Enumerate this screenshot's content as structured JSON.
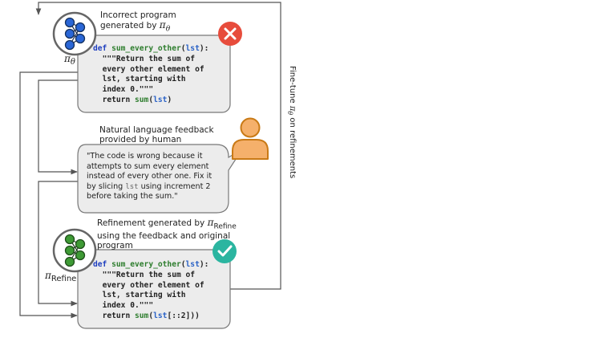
{
  "incorrect": {
    "caption": "Incorrect program\ngenerated by",
    "caption_symbol": "π",
    "caption_sub": "θ",
    "code": {
      "def_kw": "def",
      "fn_name": "sum_every_other",
      "param": "lst",
      "sig_tail": "):",
      "doc_lines": [
        "\"\"\"Return the sum of",
        "every other element of",
        "lst, starting with",
        "index 0.\"\"\""
      ],
      "return_kw": "return",
      "return_fn": "sum",
      "return_arg": "lst",
      "return_tail": ")"
    }
  },
  "model_theta": {
    "symbol": "π",
    "sub": "θ"
  },
  "feedback": {
    "caption": "Natural language feedback\nprovided by human",
    "text_before": "\"The code is wrong because it attempts to sum every element instead of every other one. Fix it by slicing ",
    "text_code": "lst",
    "text_after": " using increment 2 before taking the sum.\""
  },
  "refinement": {
    "caption": "Refinement generated by",
    "caption_symbol": "π",
    "caption_sub": "Refine",
    "caption_rest": "using the feedback and original\nprogram",
    "code": {
      "def_kw": "def",
      "fn_name": "sum_every_other",
      "param": "lst",
      "sig_tail": "):",
      "doc_lines": [
        "\"\"\"Return the sum of",
        "every other element of",
        "lst, starting with",
        "index 0.\"\"\""
      ],
      "return_kw": "return",
      "return_fn": "sum",
      "return_arg": "lst",
      "return_slice": "[::2]",
      "return_tail": "))"
    }
  },
  "model_refine": {
    "symbol": "π",
    "sub": "Refine"
  },
  "finetune_label": {
    "prefix": "Fine-tune ",
    "symbol": "π",
    "sub": "θ",
    "suffix": " on refinements"
  },
  "colors": {
    "box_fill": "#ececec",
    "box_stroke": "#777777",
    "error_red": "#e74c3c",
    "check_teal": "#2bb5a0",
    "person_fill": "#f5b06b",
    "person_stroke": "#c97a16",
    "theta_node": "#2a66d6",
    "refine_node": "#3e9a35"
  },
  "icons": [
    "error-x-icon",
    "check-icon",
    "person-icon",
    "network-icon"
  ]
}
